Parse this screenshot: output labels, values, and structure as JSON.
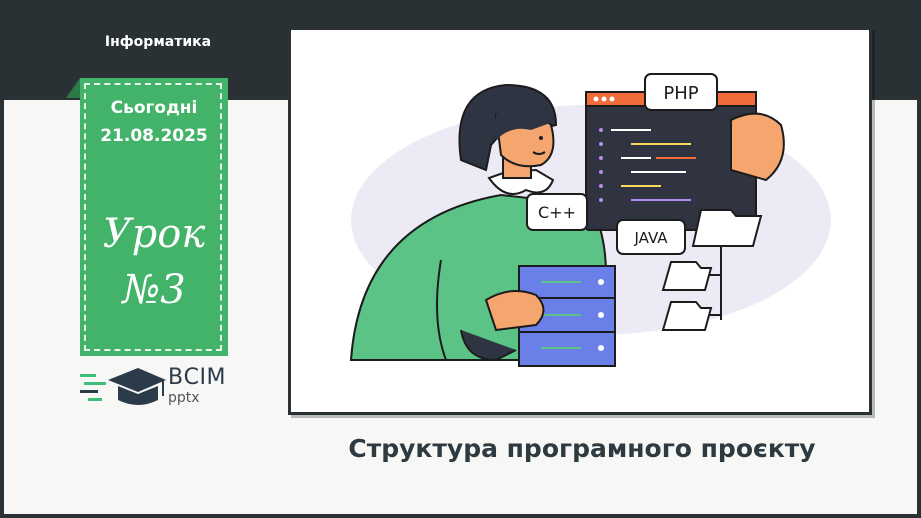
{
  "header": {
    "subject": "Інформатика"
  },
  "badge": {
    "today_label": "Сьогодні",
    "date": "21.08.2025",
    "lesson_word": "Урок",
    "lesson_number": "№3"
  },
  "logo": {
    "name": "ВСІМ",
    "sub": "pptx"
  },
  "illustration": {
    "tags": {
      "php": "PHP",
      "cpp": "C++",
      "java": "JAVA"
    }
  },
  "slide": {
    "title": "Структура програмного проєкту"
  },
  "colors": {
    "green": "#43b36a",
    "dark": "#2a3135",
    "orange": "#f26b3a",
    "skin": "#f5a66e",
    "code_bg": "#2f3440"
  }
}
